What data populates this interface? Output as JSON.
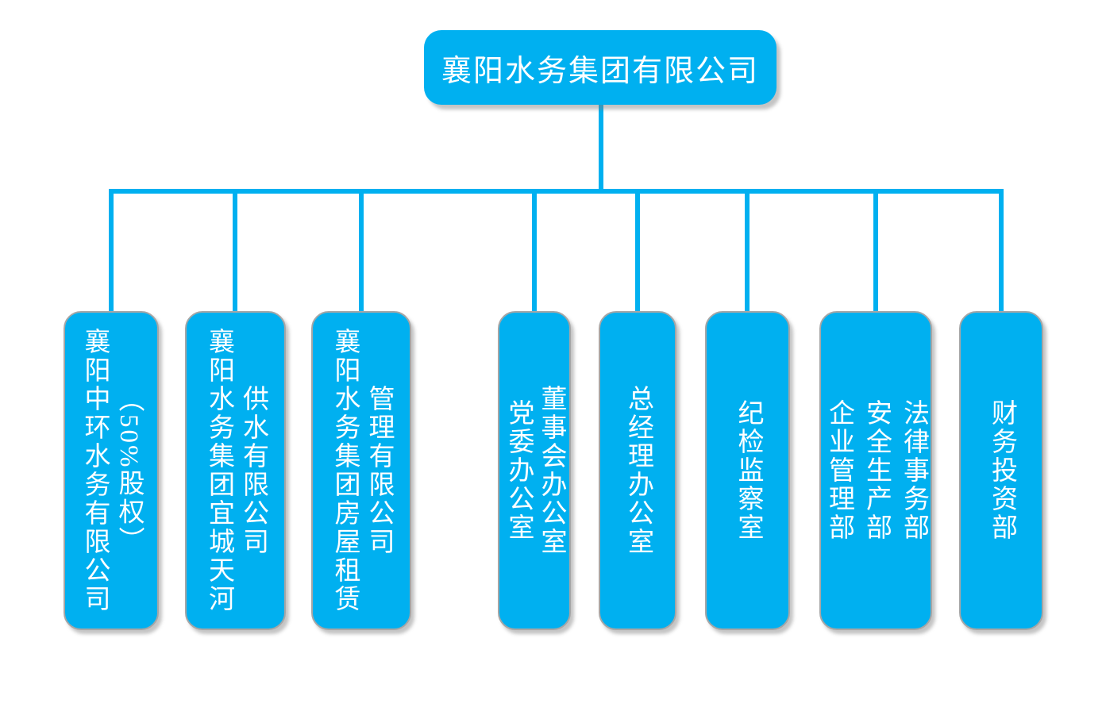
{
  "root": {
    "label": "襄阳水务集团有限公司"
  },
  "children": [
    {
      "name": "zhonghuan-water",
      "lines": [
        "襄阳中环水务有限公司",
        "（50%股权）"
      ]
    },
    {
      "name": "yicheng-tianhe-supply",
      "lines": [
        "襄阳水务集团宜城天河",
        "供水有限公司"
      ]
    },
    {
      "name": "housing-rental-mgmt",
      "lines": [
        "襄阳水务集团房屋租赁",
        "管理有限公司"
      ]
    },
    {
      "name": "party-board-office",
      "lines": [
        "党委办公室",
        "董事会办公室"
      ]
    },
    {
      "name": "gm-office",
      "lines": [
        "总经理办公室"
      ]
    },
    {
      "name": "discipline-inspection",
      "lines": [
        "纪检监察室"
      ]
    },
    {
      "name": "enterprise-safety-legal",
      "lines": [
        "企业管理部",
        "安全生产部",
        "法律事务部"
      ]
    },
    {
      "name": "finance-investment",
      "lines": [
        "财务投资部"
      ]
    }
  ],
  "colors": {
    "node_fill": "#00B0F0",
    "connector": "#00B0F0",
    "node_text": "#FFFFFF",
    "node_border": "#A6A6A6",
    "background": "#FFFFFF"
  }
}
